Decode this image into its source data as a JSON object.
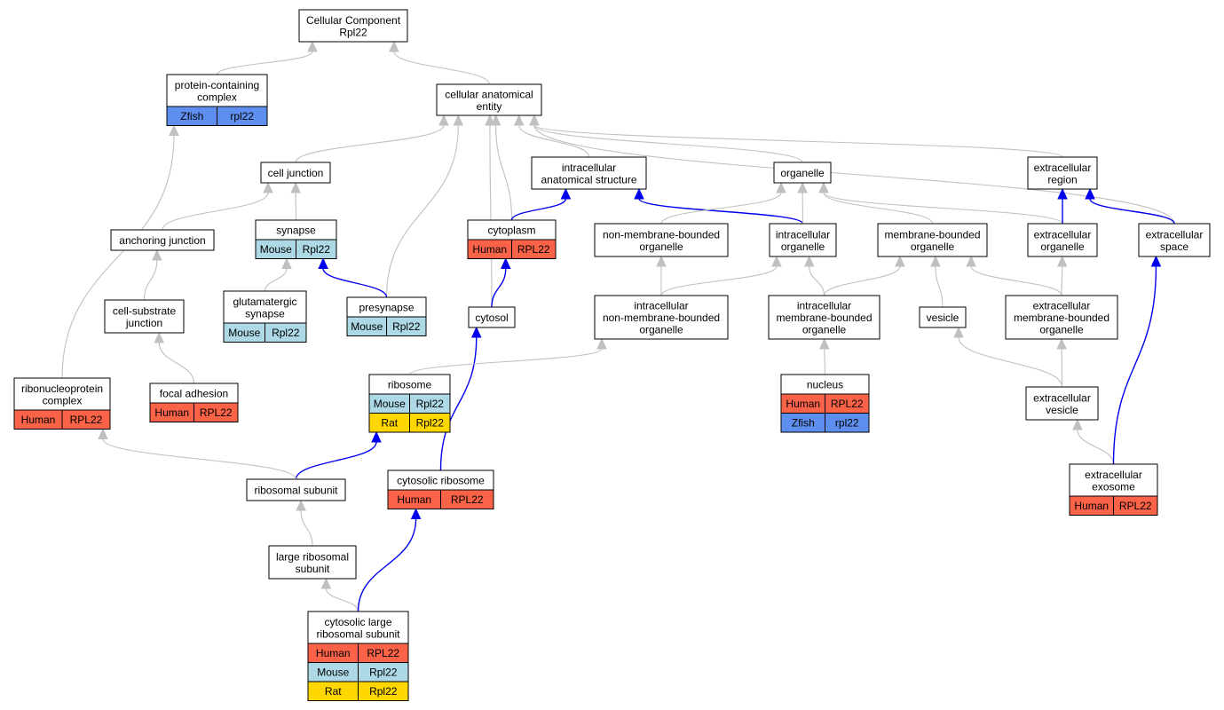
{
  "colors": {
    "gray_edge": "#c0c0c0",
    "blue_edge": "#0000ee",
    "Human": "#fa6347",
    "Mouse": "#add8e6",
    "Rat": "#ffd700",
    "Zfish": "#5f8fee"
  },
  "nodes": {
    "cc_root": {
      "lines": [
        "Cellular Component",
        "Rpl22"
      ]
    },
    "pcc": {
      "lines": [
        "protein-containing",
        "complex"
      ],
      "rows": [
        [
          "Zfish",
          "rpl22"
        ]
      ]
    },
    "cae": {
      "lines": [
        "cellular anatomical",
        "entity"
      ]
    },
    "cell_junction": {
      "lines": [
        "cell junction"
      ]
    },
    "ias": {
      "lines": [
        "intracellular",
        "anatomical structure"
      ]
    },
    "organelle": {
      "lines": [
        "organelle"
      ]
    },
    "ext_region": {
      "lines": [
        "extracellular",
        "region"
      ]
    },
    "anch_junc": {
      "lines": [
        "anchoring junction"
      ]
    },
    "synapse": {
      "lines": [
        "synapse"
      ],
      "rows": [
        [
          "Mouse",
          "Rpl22"
        ]
      ]
    },
    "cytoplasm": {
      "lines": [
        "cytoplasm"
      ],
      "rows": [
        [
          "Human",
          "RPL22"
        ]
      ]
    },
    "nmbo": {
      "lines": [
        "non-membrane-bounded",
        "organelle"
      ]
    },
    "icell_org": {
      "lines": [
        "intracellular",
        "organelle"
      ]
    },
    "mbo": {
      "lines": [
        "membrane-bounded",
        "organelle"
      ]
    },
    "ext_org": {
      "lines": [
        "extracellular",
        "organelle"
      ]
    },
    "ext_space": {
      "lines": [
        "extracellular",
        "space"
      ]
    },
    "csj": {
      "lines": [
        "cell-substrate",
        "junction"
      ]
    },
    "glut_syn": {
      "lines": [
        "glutamatergic",
        "synapse"
      ],
      "rows": [
        [
          "Mouse",
          "Rpl22"
        ]
      ]
    },
    "presynapse": {
      "lines": [
        "presynapse"
      ],
      "rows": [
        [
          "Mouse",
          "Rpl22"
        ]
      ]
    },
    "cytosol": {
      "lines": [
        "cytosol"
      ]
    },
    "inmbo": {
      "lines": [
        "intracellular",
        "non-membrane-bounded",
        "organelle"
      ]
    },
    "imbo": {
      "lines": [
        "intracellular",
        "membrane-bounded",
        "organelle"
      ]
    },
    "vesicle": {
      "lines": [
        "vesicle"
      ]
    },
    "embo": {
      "lines": [
        "extracellular",
        "membrane-bounded",
        "organelle"
      ]
    },
    "rnp": {
      "lines": [
        "ribonucleoprotein",
        "complex"
      ],
      "rows": [
        [
          "Human",
          "RPL22"
        ]
      ]
    },
    "focal_adh": {
      "lines": [
        "focal adhesion"
      ],
      "rows": [
        [
          "Human",
          "RPL22"
        ]
      ]
    },
    "ribosome": {
      "lines": [
        "ribosome"
      ],
      "rows": [
        [
          "Mouse",
          "Rpl22"
        ],
        [
          "Rat",
          "Rpl22"
        ]
      ]
    },
    "nucleus": {
      "lines": [
        "nucleus"
      ],
      "rows": [
        [
          "Human",
          "RPL22"
        ],
        [
          "Zfish",
          "rpl22"
        ]
      ]
    },
    "ext_vesicle": {
      "lines": [
        "extracellular",
        "vesicle"
      ]
    },
    "rib_subunit": {
      "lines": [
        "ribosomal subunit"
      ]
    },
    "cyto_rib": {
      "lines": [
        "cytosolic ribosome"
      ],
      "rows": [
        [
          "Human",
          "RPL22"
        ]
      ]
    },
    "ext_exosome": {
      "lines": [
        "extracellular",
        "exosome"
      ],
      "rows": [
        [
          "Human",
          "RPL22"
        ]
      ]
    },
    "lrs": {
      "lines": [
        "large ribosomal",
        "subunit"
      ]
    },
    "clrs": {
      "lines": [
        "cytosolic large",
        "ribosomal subunit"
      ],
      "rows": [
        [
          "Human",
          "RPL22"
        ],
        [
          "Mouse",
          "Rpl22"
        ],
        [
          "Rat",
          "Rpl22"
        ]
      ]
    }
  },
  "edges": [
    {
      "from": "pcc",
      "to": "cc_root",
      "kind": "gray"
    },
    {
      "from": "cae",
      "to": "cc_root",
      "kind": "gray"
    },
    {
      "from": "rnp",
      "to": "pcc",
      "kind": "gray"
    },
    {
      "from": "cell_junction",
      "to": "cae",
      "kind": "gray"
    },
    {
      "from": "ias",
      "to": "cae",
      "kind": "gray"
    },
    {
      "from": "organelle",
      "to": "cae",
      "kind": "gray"
    },
    {
      "from": "ext_region",
      "to": "cae",
      "kind": "gray"
    },
    {
      "from": "ext_space",
      "to": "cae",
      "kind": "gray"
    },
    {
      "from": "cytoplasm",
      "to": "cae",
      "kind": "gray"
    },
    {
      "from": "presynapse",
      "to": "cae",
      "kind": "gray"
    },
    {
      "from": "cytosol",
      "to": "cae",
      "kind": "gray"
    },
    {
      "from": "anch_junc",
      "to": "cell_junction",
      "kind": "gray"
    },
    {
      "from": "synapse",
      "to": "cell_junction",
      "kind": "gray"
    },
    {
      "from": "csj",
      "to": "anch_junc",
      "kind": "gray"
    },
    {
      "from": "focal_adh",
      "to": "csj",
      "kind": "gray"
    },
    {
      "from": "glut_syn",
      "to": "synapse",
      "kind": "gray"
    },
    {
      "from": "presynapse",
      "to": "synapse",
      "kind": "blue"
    },
    {
      "from": "cytoplasm",
      "to": "ias",
      "kind": "blue"
    },
    {
      "from": "icell_org",
      "to": "ias",
      "kind": "blue"
    },
    {
      "from": "cytosol",
      "to": "cytoplasm",
      "kind": "blue"
    },
    {
      "from": "cyto_rib",
      "to": "cytosol",
      "kind": "blue"
    },
    {
      "from": "nmbo",
      "to": "organelle",
      "kind": "gray"
    },
    {
      "from": "icell_org",
      "to": "organelle",
      "kind": "gray"
    },
    {
      "from": "mbo",
      "to": "organelle",
      "kind": "gray"
    },
    {
      "from": "ext_org",
      "to": "organelle",
      "kind": "gray"
    },
    {
      "from": "inmbo",
      "to": "nmbo",
      "kind": "gray"
    },
    {
      "from": "inmbo",
      "to": "icell_org",
      "kind": "gray"
    },
    {
      "from": "imbo",
      "to": "icell_org",
      "kind": "gray"
    },
    {
      "from": "imbo",
      "to": "mbo",
      "kind": "gray"
    },
    {
      "from": "vesicle",
      "to": "mbo",
      "kind": "gray"
    },
    {
      "from": "embo",
      "to": "mbo",
      "kind": "gray"
    },
    {
      "from": "embo",
      "to": "ext_org",
      "kind": "gray"
    },
    {
      "from": "ext_org",
      "to": "ext_region",
      "kind": "blue"
    },
    {
      "from": "ext_space",
      "to": "ext_region",
      "kind": "blue"
    },
    {
      "from": "nucleus",
      "to": "imbo",
      "kind": "gray"
    },
    {
      "from": "ext_vesicle",
      "to": "vesicle",
      "kind": "gray"
    },
    {
      "from": "ext_vesicle",
      "to": "embo",
      "kind": "gray"
    },
    {
      "from": "ext_exosome",
      "to": "ext_vesicle",
      "kind": "gray"
    },
    {
      "from": "ext_exosome",
      "to": "ext_space",
      "kind": "blue"
    },
    {
      "from": "ribosome",
      "to": "inmbo",
      "kind": "gray"
    },
    {
      "from": "rib_subunit",
      "to": "ribosome",
      "kind": "blue"
    },
    {
      "from": "rib_subunit",
      "to": "rnp",
      "kind": "gray"
    },
    {
      "from": "lrs",
      "to": "rib_subunit",
      "kind": "gray"
    },
    {
      "from": "clrs",
      "to": "lrs",
      "kind": "gray"
    },
    {
      "from": "clrs",
      "to": "cyto_rib",
      "kind": "blue"
    }
  ]
}
